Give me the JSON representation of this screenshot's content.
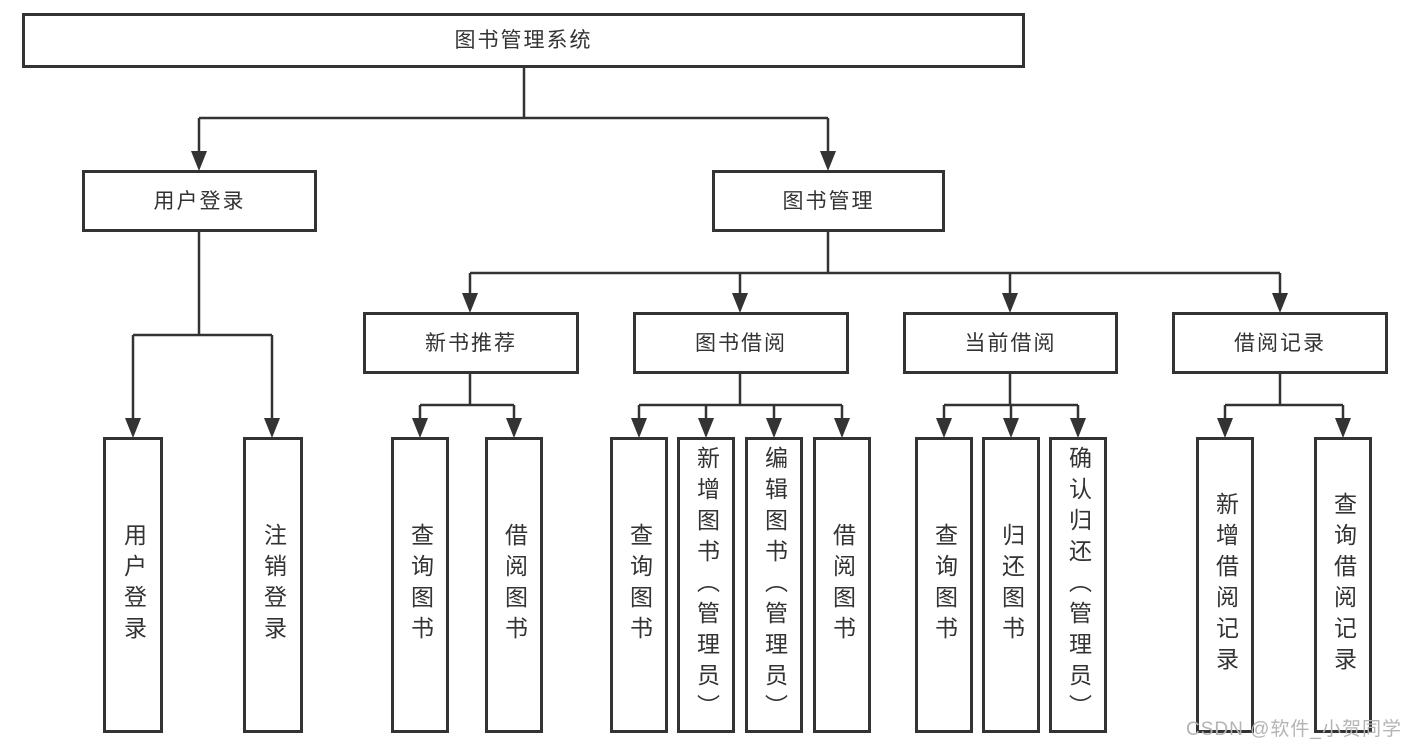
{
  "diagram_title": "图书管理系统",
  "nodes": {
    "root": "图书管理系统",
    "userLogin": "用户登录",
    "bookMgmt": "图书管理",
    "ul_login": "用户登录",
    "ul_logout": "注销登录",
    "newBooks": "新书推荐",
    "bookBorrow": "图书借阅",
    "currentBorrow": "当前借阅",
    "borrowRecords": "借阅记录",
    "nb_query": "查询图书",
    "nb_borrow": "借阅图书",
    "bb_query": "查询图书",
    "bb_add": "新增图书（管理员）",
    "bb_edit": "编辑图书（管理员）",
    "bb_borrow": "借阅图书",
    "cb_query": "查询图书",
    "cb_return": "归还图书",
    "cb_confirm": "确认归还（管理员）",
    "br_add": "新增借阅记录",
    "br_query": "查询借阅记录"
  },
  "hierarchy": {
    "图书管理系统": {
      "用户登录": [
        "用户登录",
        "注销登录"
      ],
      "图书管理": {
        "新书推荐": [
          "查询图书",
          "借阅图书"
        ],
        "图书借阅": [
          "查询图书",
          "新增图书（管理员）",
          "编辑图书（管理员）",
          "借阅图书"
        ],
        "当前借阅": [
          "查询图书",
          "归还图书",
          "确认归还（管理员）"
        ],
        "借阅记录": [
          "新增借阅记录",
          "查询借阅记录"
        ]
      }
    }
  },
  "watermark": "CSDN @软件_小贺同学",
  "colors": {
    "line": "#333333",
    "box_border": "#333333",
    "text": "#333333",
    "watermark": "#b4b4b4",
    "background": "#ffffff"
  }
}
